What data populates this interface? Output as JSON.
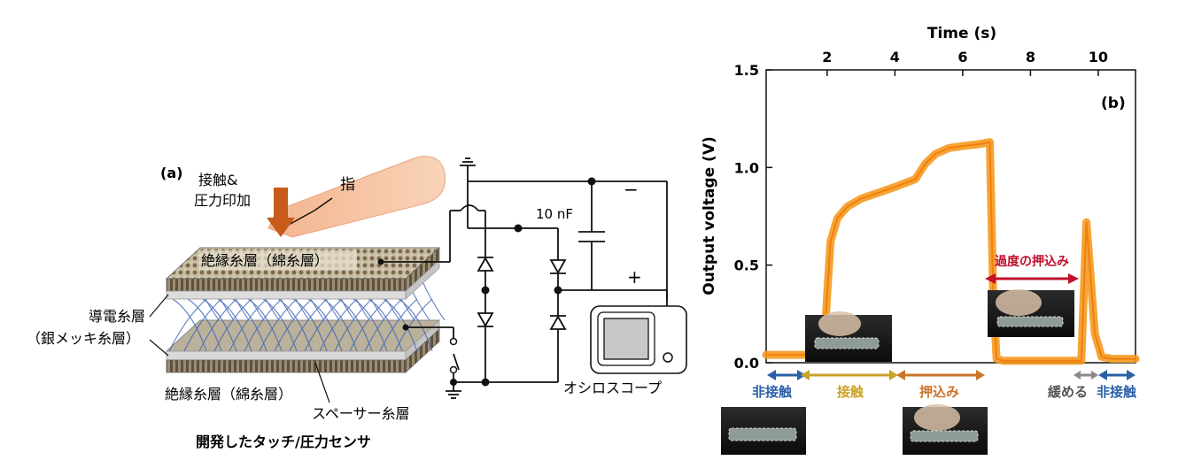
{
  "panel_a": {
    "panel_label": "(a)",
    "action_label_1": "接触&",
    "action_label_2": "圧力印加",
    "finger_label": "指",
    "top_layer_label": "絶縁糸層（綿糸層）",
    "conductive_label_1": "導電糸層",
    "conductive_label_2": "（銀メッキ糸層）",
    "bottom_layer_label": "絶縁糸層（綿糸層）",
    "spacer_label": "スペーサー糸層",
    "caption": "開発したタッチ/圧力センサ",
    "capacitor_label": "10 nF",
    "minus_label": "−",
    "plus_label": "+",
    "oscilloscope_label": "オシロスコープ"
  },
  "chart_data": {
    "type": "line",
    "panel_label": "(b)",
    "xlabel": "Time (s)",
    "ylabel": "Output voltage (V)",
    "xlim": [
      0.2,
      11.1
    ],
    "ylim": [
      0,
      1.5
    ],
    "xticks": [
      2,
      4,
      6,
      8,
      10
    ],
    "yticks": [
      0.0,
      0.5,
      1.0,
      1.5
    ],
    "x_axis_position": "top",
    "grid": false,
    "color": "#f59a1f",
    "series": [
      {
        "x": [
          0.2,
          1.9,
          2.0,
          2.1,
          2.3,
          2.6,
          3.0,
          3.5,
          4.0,
          4.6,
          4.9,
          5.2,
          5.6,
          6.0,
          6.5,
          6.8,
          6.9,
          7.0,
          7.2,
          8.0,
          9.0,
          9.5,
          9.65,
          9.75,
          9.9,
          10.1,
          10.4,
          11.1
        ],
        "y": [
          0.04,
          0.04,
          0.35,
          0.62,
          0.74,
          0.8,
          0.84,
          0.87,
          0.9,
          0.94,
          1.02,
          1.07,
          1.1,
          1.11,
          1.12,
          1.13,
          0.35,
          0.02,
          0.01,
          0.01,
          0.01,
          0.01,
          0.72,
          0.5,
          0.15,
          0.03,
          0.02,
          0.02
        ]
      }
    ],
    "phases": [
      {
        "label": "非接触",
        "color": "#2b5fa8"
      },
      {
        "label": "接触",
        "color": "#c9a227"
      },
      {
        "label": "押込み",
        "color": "#c9762a"
      },
      {
        "label": "緩める",
        "color": "#8a8a8a"
      },
      {
        "label": "非接触",
        "color": "#2b5fa8"
      }
    ],
    "annotation": {
      "label": "過度の押込み",
      "color": "#c0102a"
    }
  }
}
